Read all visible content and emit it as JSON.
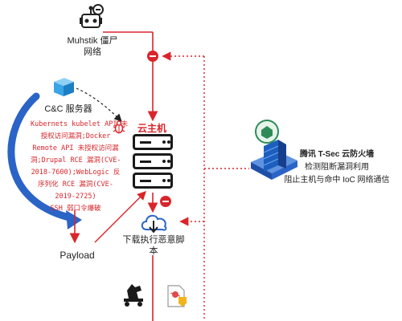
{
  "botnet": {
    "label_line1": "Muhstik 僵尸",
    "label_line2": "网络"
  },
  "cc": {
    "label": "C&C 服务器"
  },
  "vulns": {
    "lines": [
      "Kubernets kubelet API 未",
      "授权访问漏洞;Docker",
      "Remote API 未授权访问漏",
      "洞;Drupal RCE 漏洞(CVE-",
      "2018-7600);WebLogic 反",
      "序列化 RCE 漏洞(CVE-",
      "2019-2725)",
      "SSH 弱口令爆破"
    ]
  },
  "host": {
    "label": "云主机"
  },
  "download": {
    "label_line1": "下载执行恶意脚",
    "label_line2": "本"
  },
  "payload": {
    "label": "Payload"
  },
  "firewall": {
    "title": "腾讯 T-Sec 云防火墙",
    "line2": "检测阻断漏洞利用",
    "line3": "阻止主机与命中 IoC 网络通信"
  },
  "colors": {
    "accent_red": "#d9252b",
    "blue": "#2b64c7",
    "firewall_blue": "#1d5fbf",
    "firewall_green": "#2e8b57"
  },
  "icons": [
    "bot-icon",
    "database-icon",
    "bug-icon",
    "server-icon",
    "cloud-download-icon",
    "trojan-horse-icon",
    "malware-file-icon",
    "firewall-icon",
    "block-icon"
  ]
}
